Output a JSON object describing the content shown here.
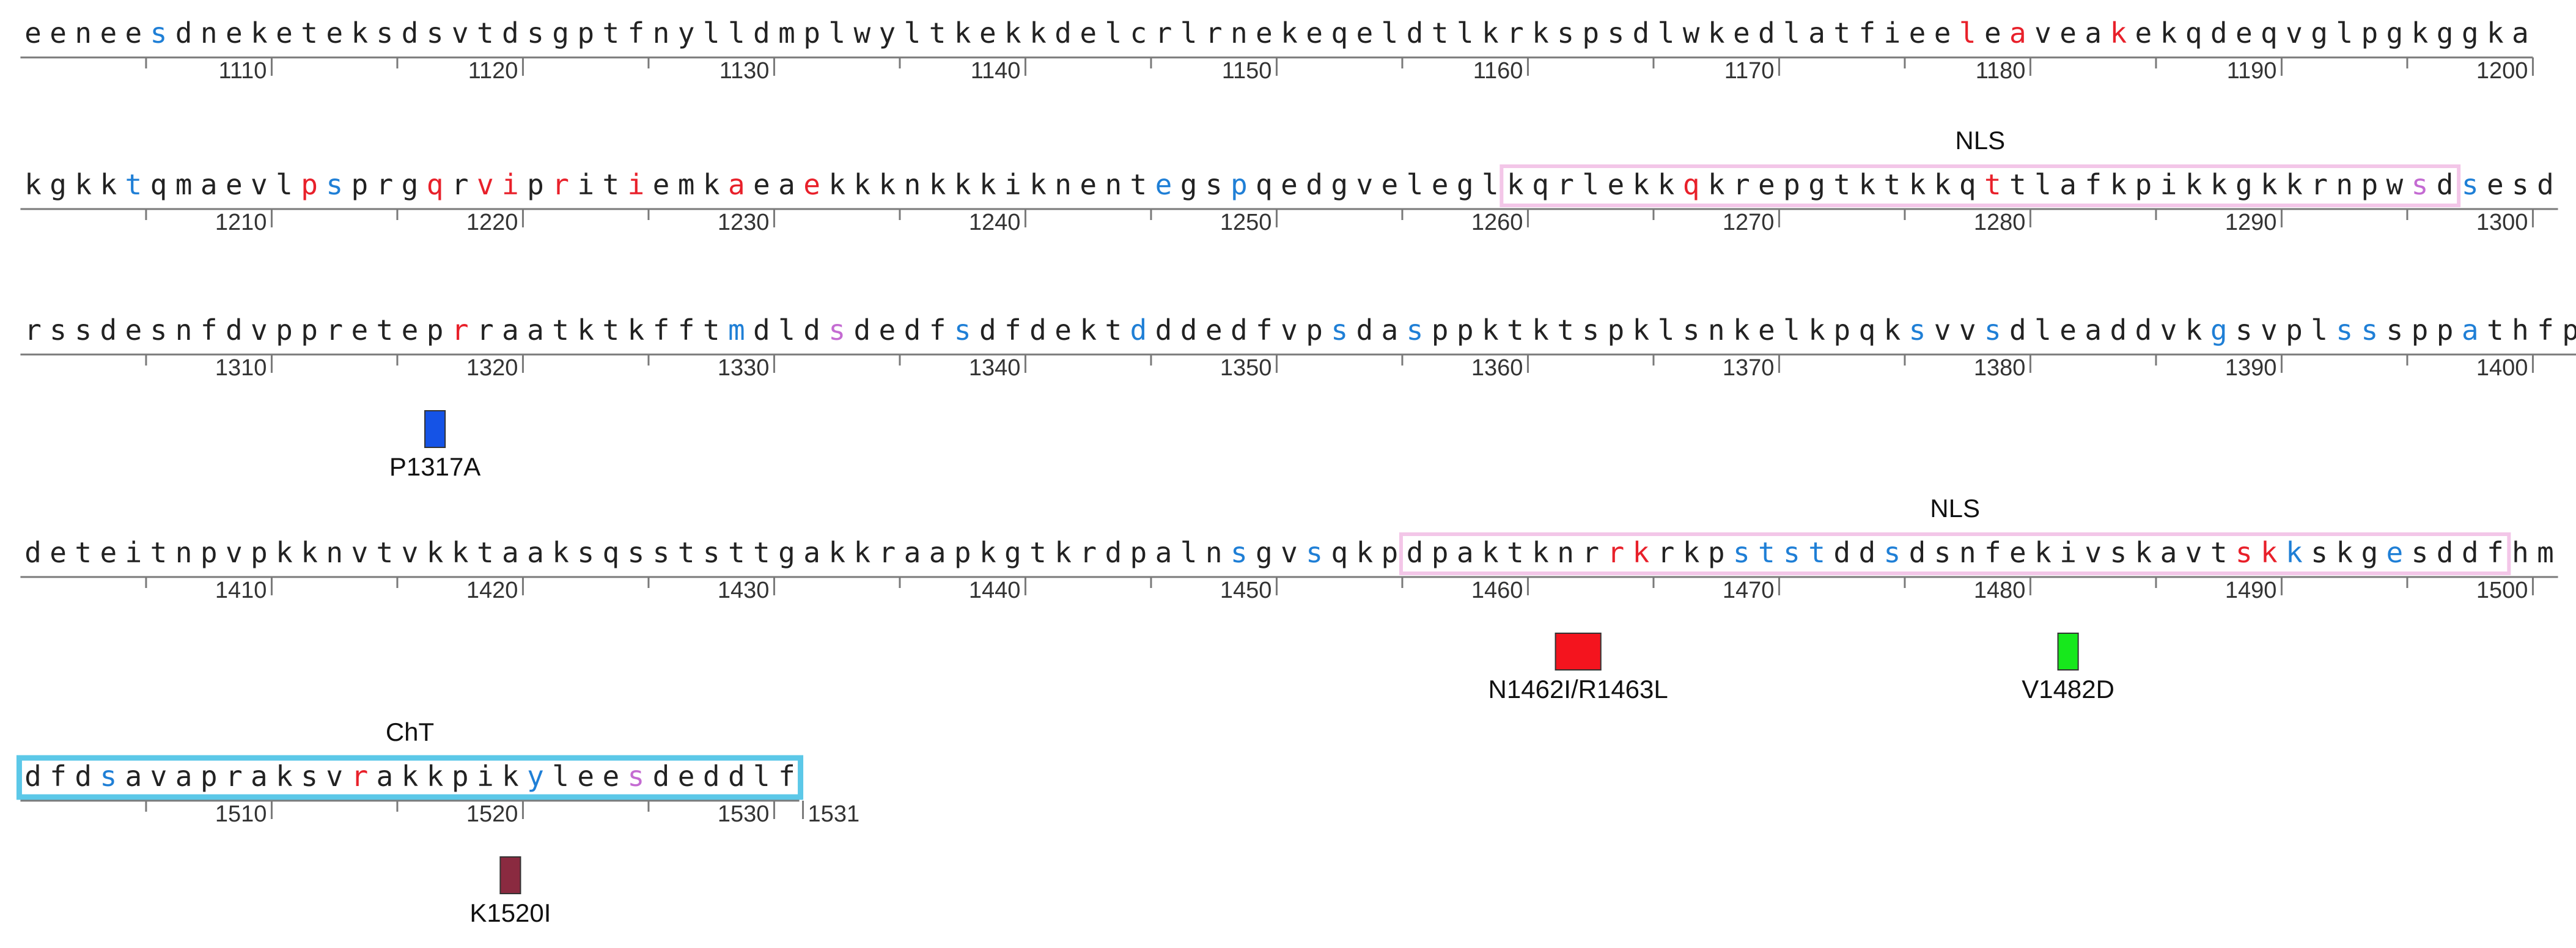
{
  "colors": {
    "black": "#222222",
    "red": "#e8202a",
    "blue": "#1f7fd6",
    "purple": "#c46bd2",
    "nls_box": "#f3c6e8",
    "cht_box": "#5cc8e8",
    "axis": "#7a7a7a"
  },
  "rows": [
    {
      "start": 1101,
      "seq": "eeneesdneketeksdsvtdsgptfnylldmplwyltkekkdelcrlrnekeqeldtlkrkspsdlwkedlatfieeleaveakekqdeqvglpgkggka",
      "ticks": [
        "1110",
        "1120",
        "1130",
        "1140",
        "1150",
        "1160",
        "1170",
        "1180",
        "1190",
        "1200"
      ],
      "red": [
        77,
        79,
        83
      ],
      "blue": [
        5
      ],
      "purple": []
    },
    {
      "start": 1201,
      "seq": "kgkktqmaevlpsprgqrvipritiemkaeaekkknkkkiknentegspqedgveleglkqrlekkqkrepgtktkkqttlafkpikkgkkrnpwsdsesd",
      "ticks": [
        "1210",
        "1220",
        "1230",
        "1240",
        "1250",
        "1260",
        "1270",
        "1280",
        "1290",
        "1300"
      ],
      "red": [
        11,
        16,
        18,
        19,
        21,
        24,
        28,
        31,
        66,
        78
      ],
      "blue": [
        4,
        12,
        45,
        48,
        97
      ],
      "purple": [
        95
      ]
    },
    {
      "start": 1301,
      "seq": "rssdesnfdvppreteprraatktkfftmdldsdedfsdfdektdddedfvpsdasppktktspklsnkelkpqksvvsdleaddvkgsvplsssppathfp",
      "ticks": [
        "1310",
        "1320",
        "1330",
        "1340",
        "1350",
        "1360",
        "1370",
        "1380",
        "1390",
        "1400"
      ],
      "red": [
        17
      ],
      "blue": [
        28,
        37,
        44,
        52,
        55,
        75,
        78,
        87,
        92,
        93,
        97
      ],
      "purple": [
        32
      ]
    },
    {
      "start": 1401,
      "seq": "deteitnpvpkknvtvkktaaksqsststtgakkraapkgtkrdpalnsgvsqkpdpaktknrrkrkpststddsdsnfekivskavtskkskgesddfhm",
      "ticks": [
        "1410",
        "1420",
        "1430",
        "1440",
        "1450",
        "1460",
        "1470",
        "1480",
        "1490",
        "1500"
      ],
      "red": [
        63,
        64,
        88,
        89
      ],
      "blue": [
        48,
        51,
        68,
        69,
        70,
        71,
        74,
        90,
        94
      ],
      "purple": []
    },
    {
      "start": 1501,
      "seq": "dfdsavapraksvrakkpikyleesdeddlf",
      "ticks": [
        "1510",
        "1520",
        "1530"
      ],
      "end_label": "1531",
      "red": [
        13
      ],
      "blue": [
        3,
        20
      ],
      "purple": [
        24
      ]
    }
  ],
  "regions": [
    {
      "label": "NLS",
      "row": 1,
      "from": 59,
      "to": 96,
      "color": "#f3c6e8"
    },
    {
      "label": "NLS",
      "row": 3,
      "from": 55,
      "to": 98,
      "color": "#f3c6e8"
    },
    {
      "label": "ChT",
      "row": 4,
      "from": 0,
      "to": 30,
      "color": "#5cc8e8"
    }
  ],
  "mutations": [
    {
      "label": "P1317A",
      "row": 2,
      "from": 16,
      "to": 16,
      "color": "#1553e6"
    },
    {
      "label": "N1462I/R1463L",
      "row": 3,
      "from": 61,
      "to": 62,
      "color": "#f4141e"
    },
    {
      "label": "V1482D",
      "row": 3,
      "from": 81,
      "to": 81,
      "color": "#17e81c"
    },
    {
      "label": "K1520I",
      "row": 4,
      "from": 19,
      "to": 19,
      "color": "#8a2a40"
    }
  ]
}
